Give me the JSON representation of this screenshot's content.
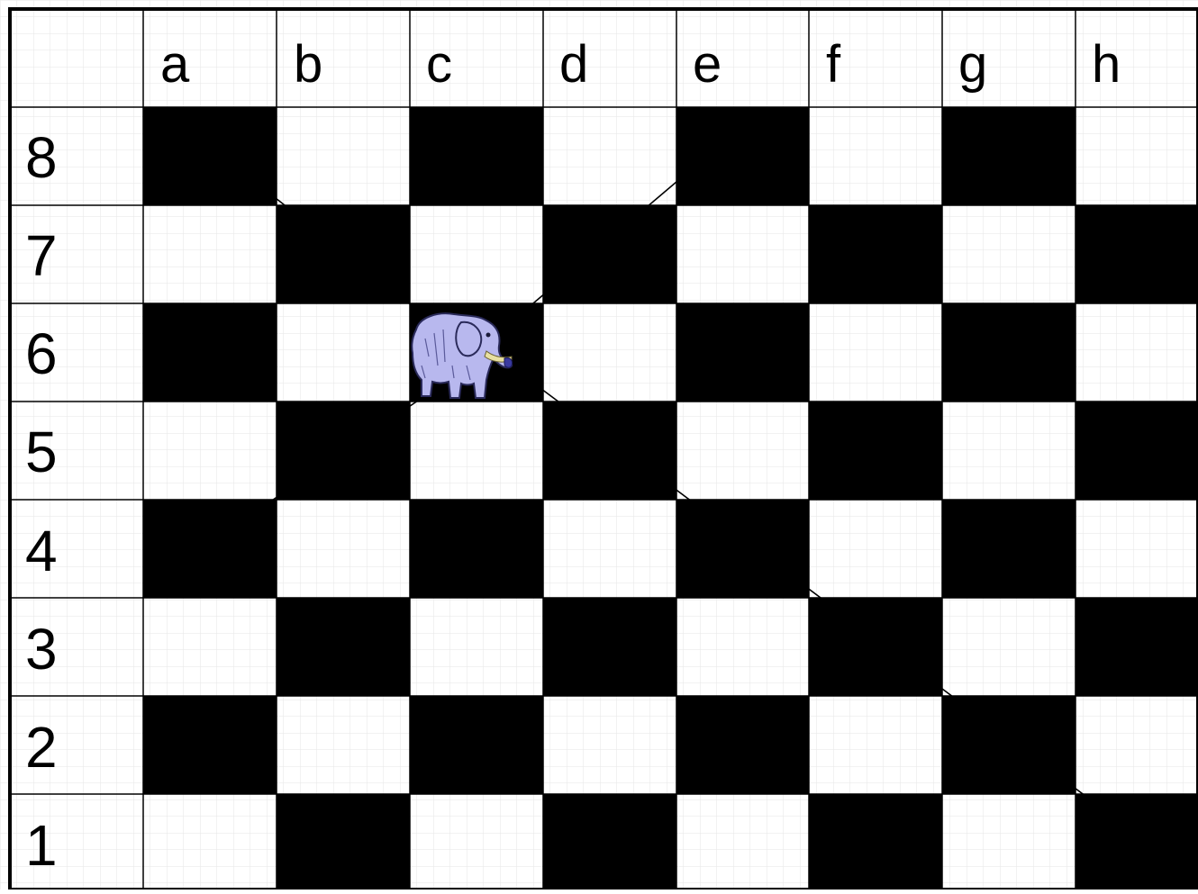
{
  "board": {
    "files": [
      "a",
      "b",
      "c",
      "d",
      "e",
      "f",
      "g",
      "h"
    ],
    "ranks": [
      "8",
      "7",
      "6",
      "5",
      "4",
      "3",
      "2",
      "1"
    ],
    "dark_color": "#000000",
    "light_color": "#ffffff",
    "grid_color": "#dcdcdc"
  },
  "piece": {
    "name": "elephant",
    "square": "c6",
    "body_color": "#b8b8ee",
    "tusk_color": "#e8e0a0"
  },
  "moves": [
    {
      "from": "c6",
      "to": "a8"
    },
    {
      "from": "c6",
      "to": "e8"
    },
    {
      "from": "c6",
      "to": "a4"
    },
    {
      "from": "c6",
      "to": "h1"
    }
  ]
}
